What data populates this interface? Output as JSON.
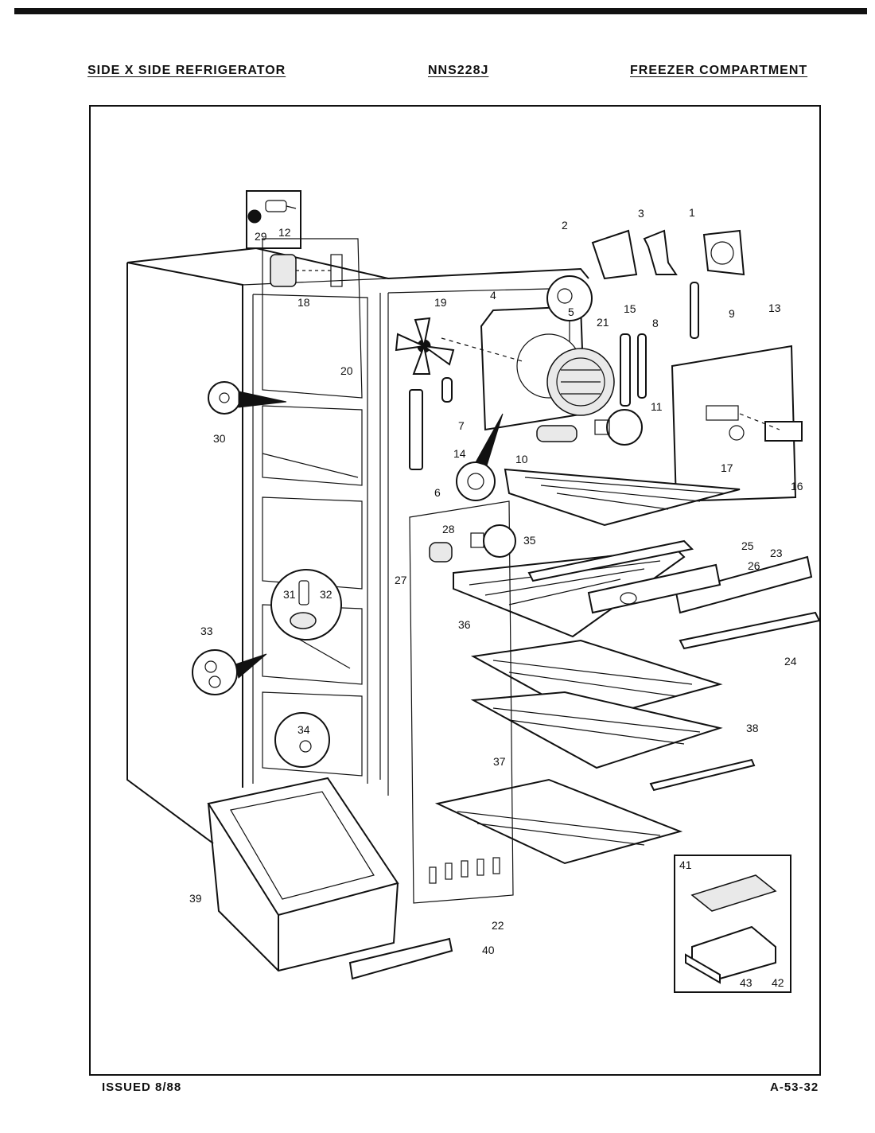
{
  "header": {
    "left": "SIDE X SIDE REFRIGERATOR",
    "center": "NNS228J",
    "right": "FREEZER COMPARTMENT"
  },
  "footer": {
    "issued": "ISSUED 8/88",
    "code": "A-53-32"
  },
  "callouts": [
    "1",
    "2",
    "3",
    "4",
    "5",
    "6",
    "7",
    "8",
    "9",
    "10",
    "11",
    "12",
    "13",
    "14",
    "15",
    "16",
    "17",
    "18",
    "19",
    "20",
    "21",
    "22",
    "23",
    "24",
    "25",
    "26",
    "27",
    "28",
    "29",
    "30",
    "31",
    "32",
    "33",
    "34",
    "35",
    "36",
    "37",
    "38",
    "39",
    "40",
    "41",
    "42",
    "43"
  ]
}
